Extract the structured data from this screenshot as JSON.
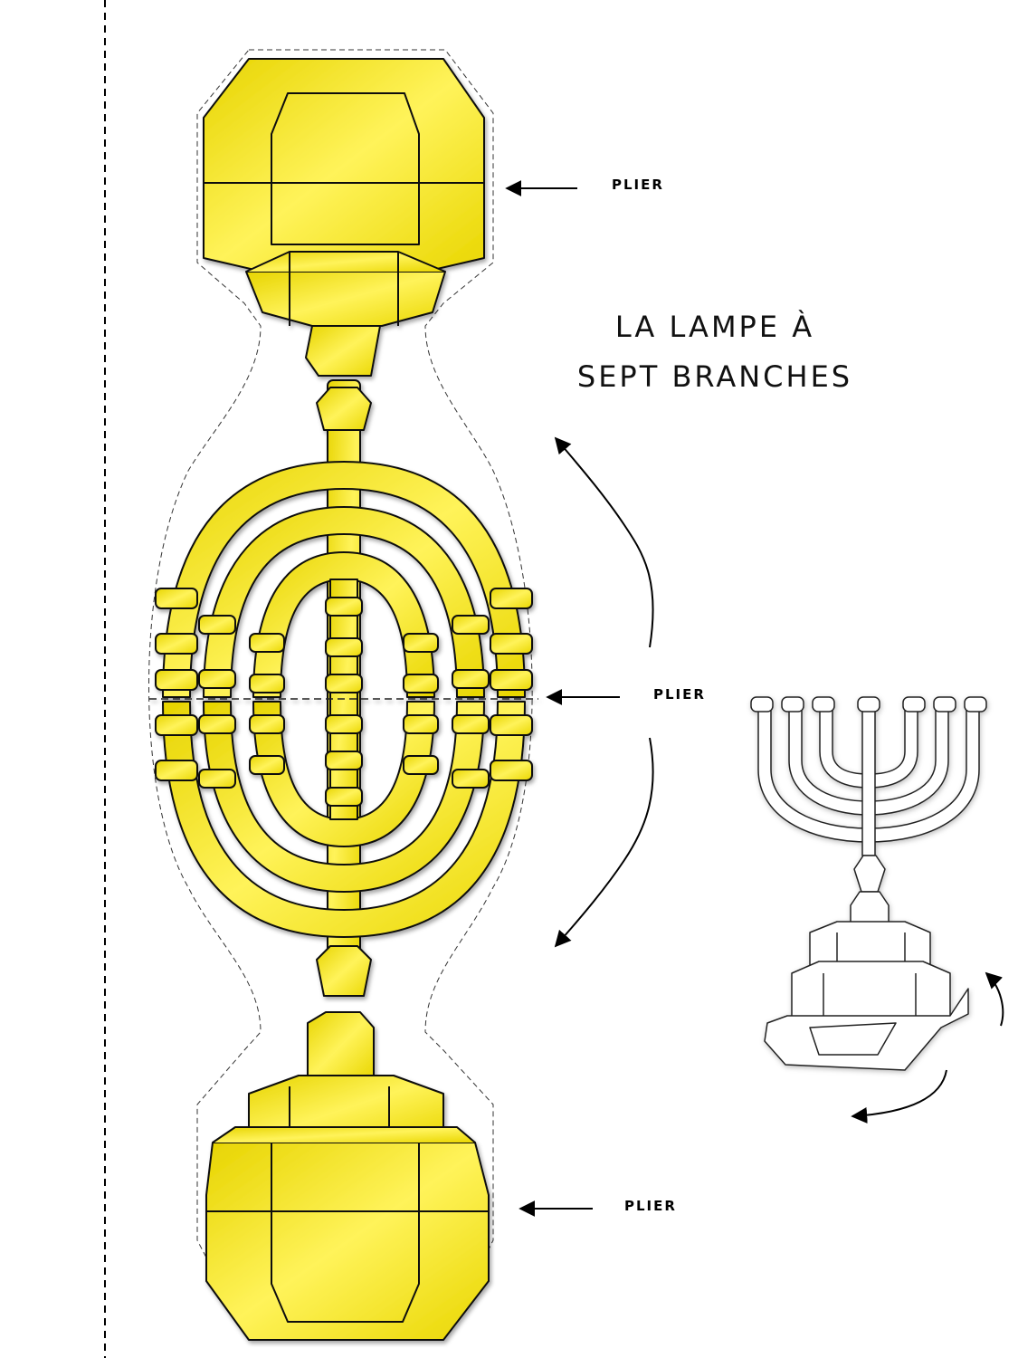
{
  "title": {
    "line1": "LA LAMPE À",
    "line2": "SEPT BRANCHES"
  },
  "fold_labels": {
    "top": "PLIER",
    "middle": "PLIER",
    "bottom": "PLIER"
  },
  "colors": {
    "gold": "#f6e200",
    "gold_light": "#fff45a",
    "outline": "#111111",
    "preview": "#ffffff"
  }
}
